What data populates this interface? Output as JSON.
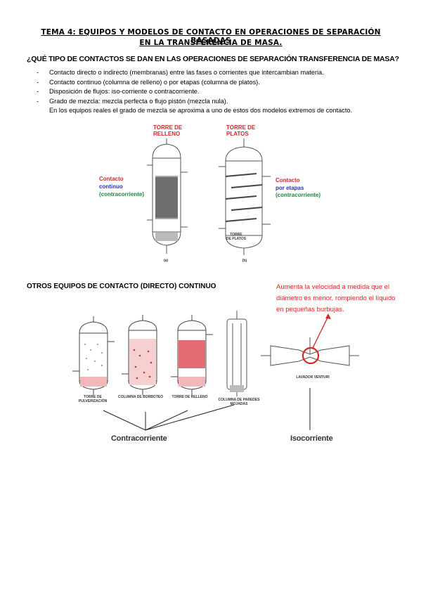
{
  "header": {
    "title_line1": "TEMA 4: EQUIPOS Y MODELOS DE CONTACTO EN OPERACIONES DE SEPARACIÓN BASADAS",
    "title_line2": "EN LA TRANSFERENCIA DE MASA."
  },
  "question": "¿QUÉ TIPO DE CONTACTOS SE DAN EN LAS OPERACIONES DE SEPARACIÓN TRANSFERENCIA DE MASA?",
  "bullets": [
    "Contacto directo o indirecto (membranas) entre las fases o corrientes que intercambian materia.",
    "Contacto continuo (columna de relleno) o por etapas (columna de platos).",
    "Disposición de flujos: iso-corriente o contracorriente.",
    "Grado de mezcla: mezcla perfecta o flujo pistón (mezcla nula)."
  ],
  "bullet_note": "En los equipos reales el grado de mezcla se aproxima a uno de estos dos modelos extremos de contacto.",
  "figure1": {
    "left_title_1": "TORRE DE",
    "left_title_2": "RELLENO",
    "right_title_1": "TORRE DE",
    "right_title_2": "PLATOS",
    "left_label_1": "Contacto",
    "left_label_2": "continuo",
    "left_label_3": "(contracorriente)",
    "right_label_1": "Contacto",
    "right_label_2": "por etapas",
    "right_label_3": "(contracorriente)",
    "bottom_caption_1": "TORRE",
    "bottom_caption_2": "DE PLATOS",
    "sub_a": "(a)",
    "sub_b": "(b)"
  },
  "section2_title": "OTROS EQUIPOS DE CONTACTO (DIRECTO) CONTINUO",
  "annotation": "Aumenta la velocidad a medida que el diámetro es menor, rompiendo el líquido en pequeñas burbujas.",
  "figure2": {
    "col1_caption": "TORRE DE PULVERIZACIÓN",
    "col2_caption": "COLUMNA DE BORBOTEO",
    "col3_caption": "TORRE DE RELLENO",
    "col4_caption": "COLUMNA DE PAREDES MOJADAS",
    "venturi_caption": "LAVADOR VENTURI",
    "contracorriente": "Contracorriente",
    "isocorriente": "Isocorriente"
  },
  "colors": {
    "red": "#d7262b",
    "blue": "#2933b8",
    "green": "#1c8a3a"
  }
}
